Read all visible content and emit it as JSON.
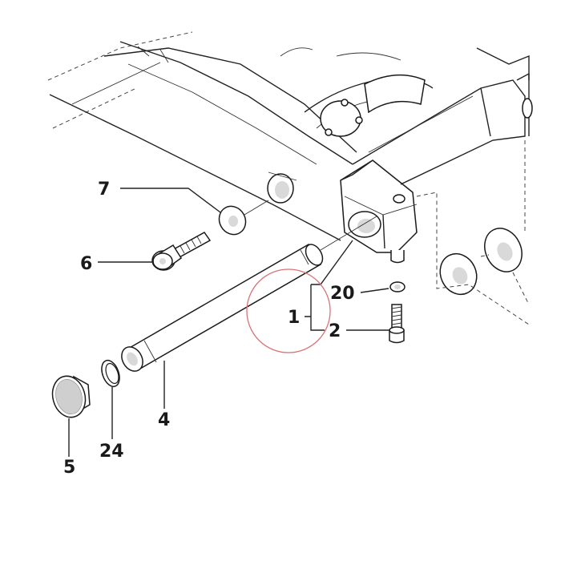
{
  "labels": {
    "item_1": "1",
    "item_2": "2",
    "item_4": "4",
    "item_5": "5",
    "item_6": "6",
    "item_7": "7",
    "item_20": "20",
    "item_24": "24"
  },
  "colors": {
    "line": "#1a1a1a",
    "highlight_circle": "#d9737a",
    "shade": "#d9d9d9"
  }
}
